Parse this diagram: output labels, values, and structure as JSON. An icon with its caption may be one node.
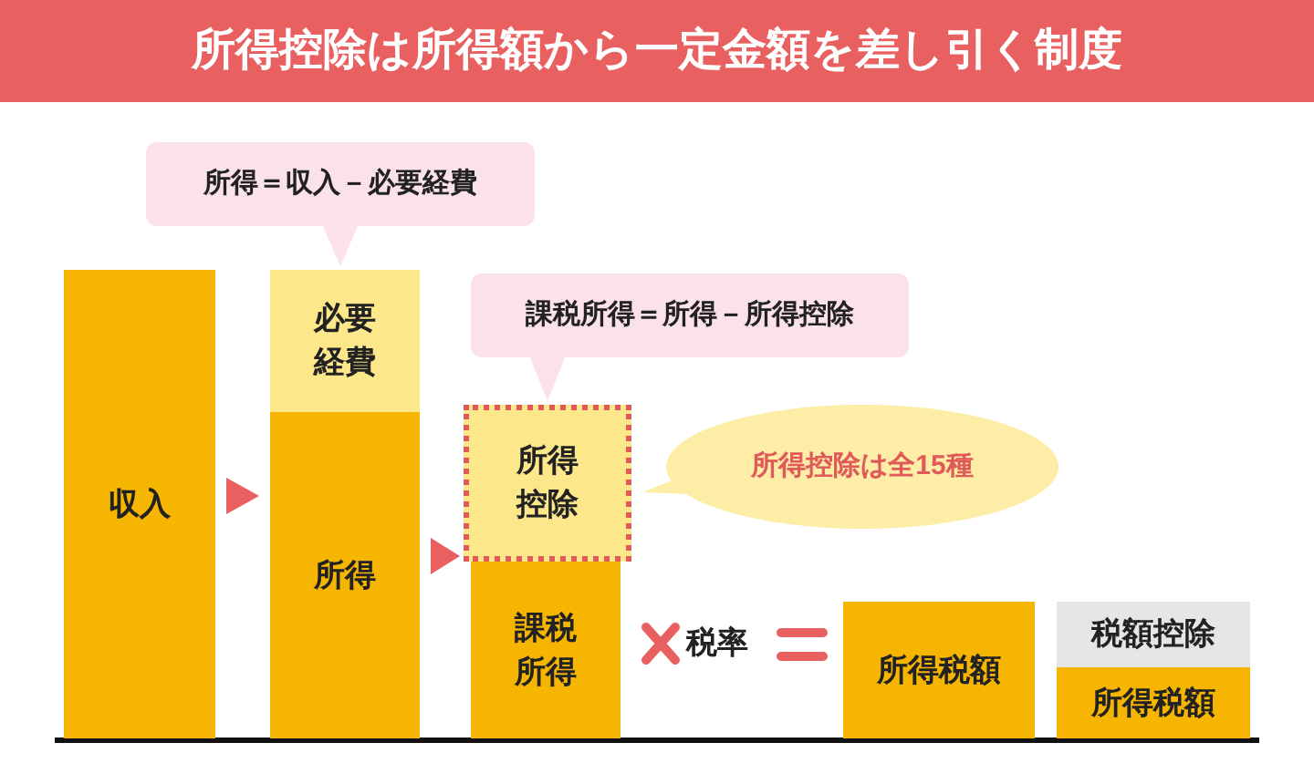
{
  "diagram": {
    "title": "所得控除は所得額から一定金額を差し引く制度",
    "nodes": [
      {
        "text": [
          "収入"
        ]
      },
      {
        "text": [
          "必要経費"
        ]
      },
      {
        "text": [
          "所得"
        ]
      },
      {
        "text": [
          "所得控除"
        ]
      },
      {
        "text": [
          "課税所得"
        ]
      },
      {
        "text": [
          "所得税額"
        ]
      },
      {
        "text": [
          "税額控除"
        ]
      },
      {
        "text": [
          "所得税額"
        ]
      },
      {
        "text": [
          "所得＝収入－必要経費"
        ]
      },
      {
        "text": [
          "課税所得＝所得－所得控除"
        ]
      },
      {
        "text": [
          "所得控除は全15種"
        ]
      }
    ],
    "edges": [
      {
        "from": 0,
        "to": 2,
        "arrow": "to"
      },
      {
        "from": 2,
        "to": 4,
        "arrow": "to"
      },
      {
        "from": 8,
        "to": 1,
        "arrow": "to"
      },
      {
        "from": 9,
        "to": 3,
        "arrow": "to"
      },
      {
        "from": 10,
        "to": 3,
        "arrow": "none"
      }
    ],
    "labels": [
      "税率"
    ]
  }
}
